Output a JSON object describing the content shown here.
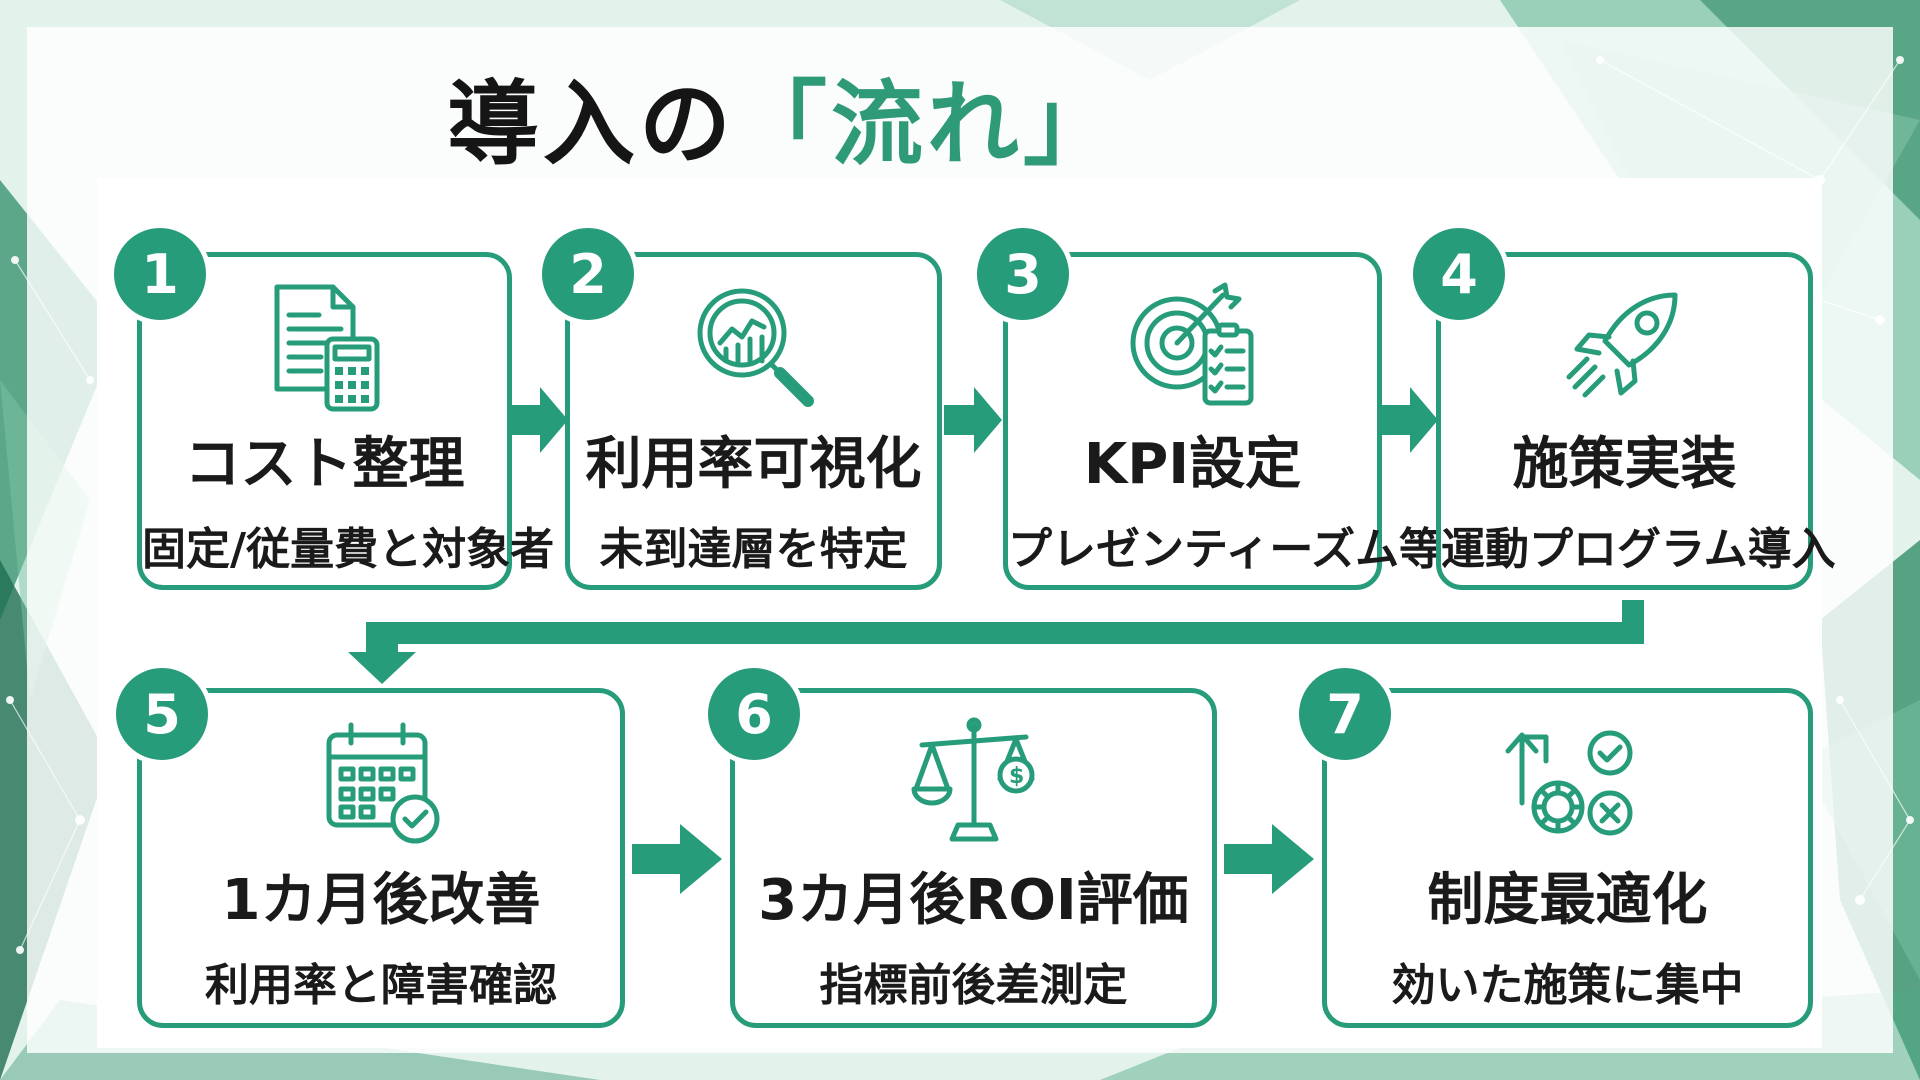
{
  "title": {
    "prefix": "導入の",
    "highlight": "「流れ」"
  },
  "colors": {
    "accent": "#279c7b",
    "title_accent": "#2f9a78",
    "text": "#1a1a1a"
  },
  "steps": [
    {
      "number": "1",
      "name": "コスト整理",
      "sub": "固定/従量費と対象者",
      "icon": "document-calculator-icon"
    },
    {
      "number": "2",
      "name": "利用率可視化",
      "sub": "未到達層を特定",
      "icon": "magnifier-chart-icon"
    },
    {
      "number": "3",
      "name": "KPI設定",
      "sub": "プレゼンティーズム等",
      "icon": "target-checklist-icon"
    },
    {
      "number": "4",
      "name": "施策実装",
      "sub": "運動プログラム導入",
      "icon": "rocket-icon"
    },
    {
      "number": "5",
      "name": "1カ月後改善",
      "sub": "利用率と障害確認",
      "icon": "calendar-check-icon"
    },
    {
      "number": "6",
      "name": "3カ月後ROI評価",
      "sub": "指標前後差測定",
      "icon": "balance-scale-icon"
    },
    {
      "number": "7",
      "name": "制度最適化",
      "sub": "効いた施策に集中",
      "icon": "gear-arrow-check-icon"
    }
  ]
}
